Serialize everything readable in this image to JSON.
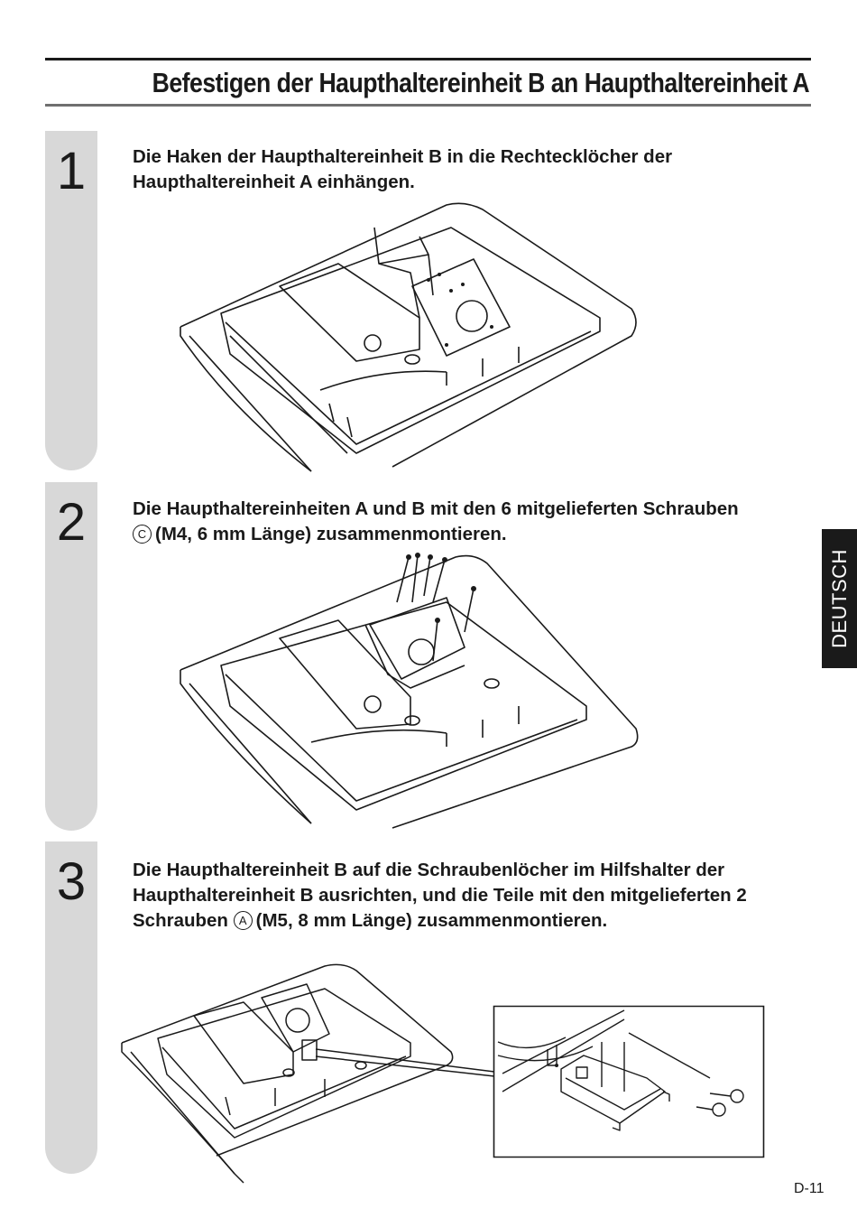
{
  "header": {
    "title": "Befestigen der Haupthaltereinheit B an Haupthaltereinheit A"
  },
  "steps": [
    {
      "number": "1",
      "text": "Die Haken der Haupthaltereinheit B in die Rechtecklöcher der Haupthaltereinheit A einhängen."
    },
    {
      "number": "2",
      "screw_symbol": "C",
      "text": "Die Haupthaltereinheiten A und B mit den 6 mitgelieferten Schrauben",
      "text_after": "(M4, 6 mm Länge) zusammenmontieren."
    },
    {
      "number": "3",
      "text": "Die Haupthaltereinheit B auf die Schraubenlöcher im Hilfshalter der Haupthaltereinheit B ausrichten, und die Teile mit den mitgelieferten 2 Schrauben",
      "screw_symbol": "A",
      "text_after": "(M5, 8 mm Länge) zusammenmontieren."
    }
  ],
  "side_tab": {
    "label": "DEUTSCH"
  },
  "footer": {
    "page_number": "D-11"
  }
}
